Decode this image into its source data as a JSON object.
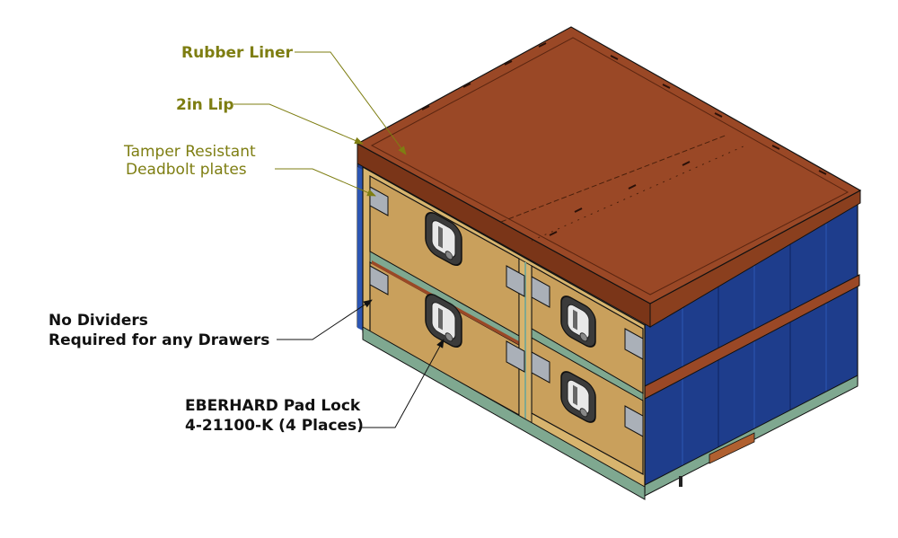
{
  "labels": {
    "rubber_liner": "Rubber Liner",
    "lip": "2in Lip",
    "tamper_line1": "Tamper Resistant",
    "tamper_line2": "Deadbolt plates",
    "dividers_line1": "No Dividers",
    "dividers_line2": "Required for any Drawers",
    "padlock_line1": "EBERHARD Pad Lock",
    "padlock_line2": "4-21100-K (4 Places)"
  },
  "colors": {
    "liner": "#9a4826",
    "drawer_face": "#c9a05c",
    "side_panel": "#1e3d8c",
    "base_rail": "#7fa890",
    "annotation_olive": "#7e7e12",
    "annotation_black": "#111111"
  },
  "drawers": [
    {
      "name": "upper-left-drawer",
      "row": "upper",
      "column": "left"
    },
    {
      "name": "upper-right-drawer",
      "row": "upper",
      "column": "right"
    },
    {
      "name": "lower-left-drawer",
      "row": "lower",
      "column": "left"
    },
    {
      "name": "lower-right-drawer",
      "row": "lower",
      "column": "right"
    }
  ]
}
